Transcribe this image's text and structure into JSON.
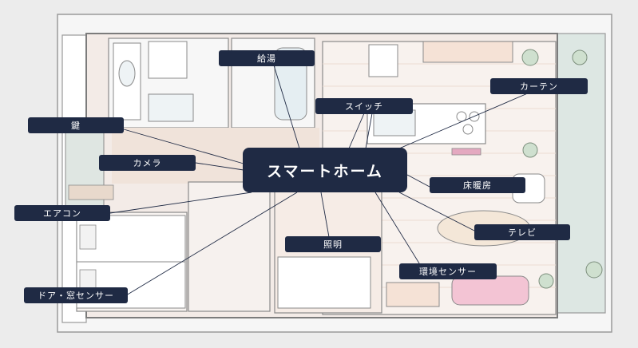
{
  "hub_label": "スマートホーム",
  "labels": {
    "kyuto": "給湯",
    "switch": "スイッチ",
    "curtain": "カーテン",
    "key": "鍵",
    "camera": "カメラ",
    "floor_heating": "床暖房",
    "aircon": "エアコン",
    "tv": "テレビ",
    "lighting": "照明",
    "env_sensor": "環境センサー",
    "door_window_sensor": "ドア・窓センサー"
  },
  "colors": {
    "label_bg": "#1f2a44",
    "wall": "#ffffff",
    "floor_wood": "#f3e6de",
    "floor_living": "#f8f4f1",
    "balcony": "#dfe8e5",
    "outline": "#8a8a8a",
    "accent_pink": "#e49bb6"
  }
}
